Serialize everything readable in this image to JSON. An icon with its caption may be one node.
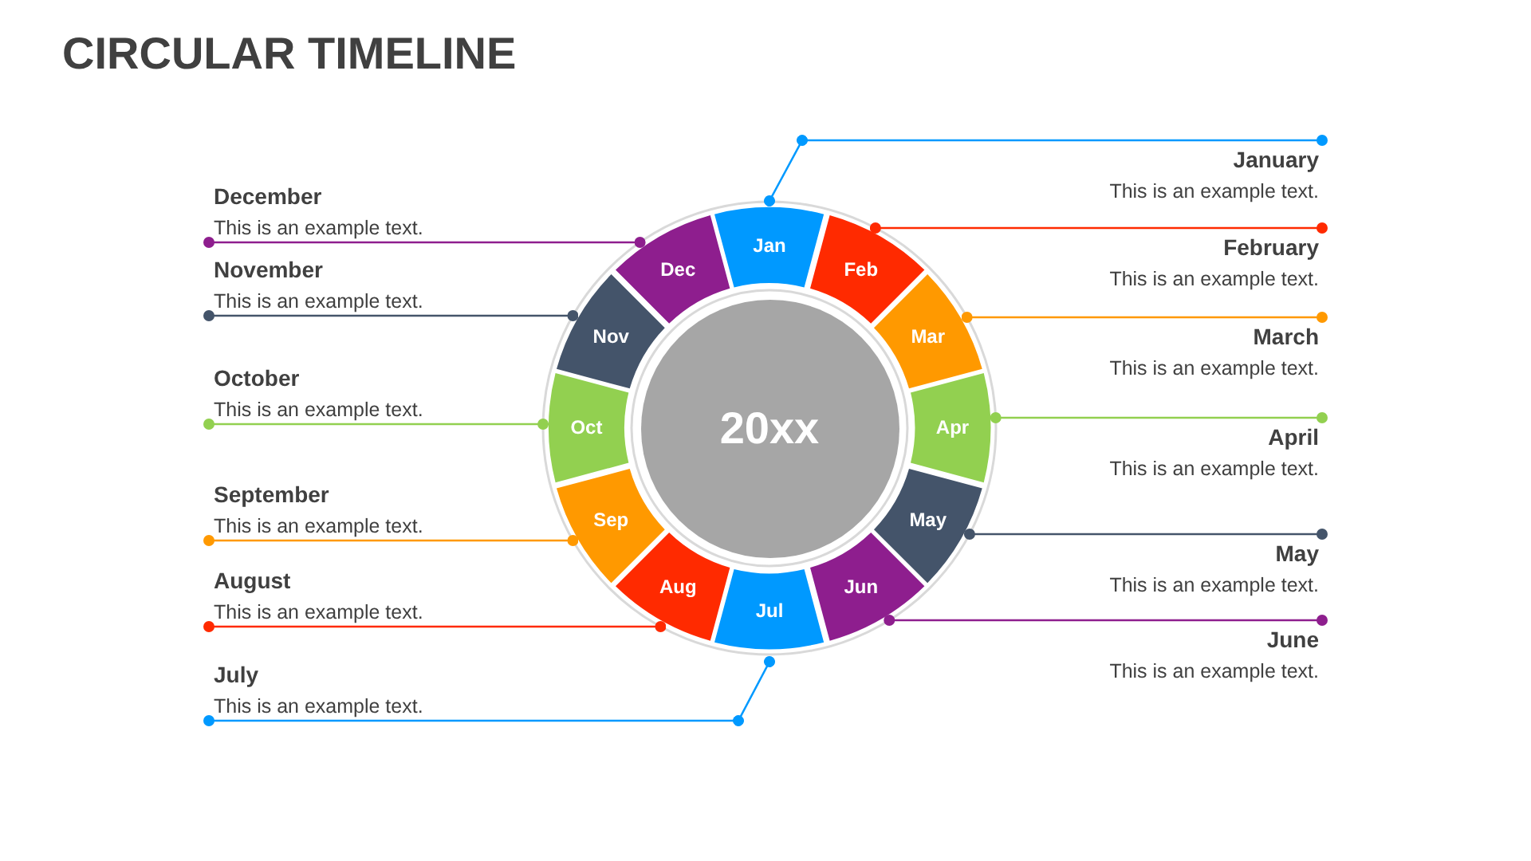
{
  "diagram": {
    "title": "CIRCULAR TIMELINE",
    "nodes": [
      {
        "text": [
          "20xx"
        ]
      },
      {
        "text": [
          "Jan"
        ]
      },
      {
        "text": [
          "Feb"
        ]
      },
      {
        "text": [
          "Mar"
        ]
      },
      {
        "text": [
          "Apr"
        ]
      },
      {
        "text": [
          "May"
        ]
      },
      {
        "text": [
          "Jun"
        ]
      },
      {
        "text": [
          "Jul"
        ]
      },
      {
        "text": [
          "Aug"
        ]
      },
      {
        "text": [
          "Sep"
        ]
      },
      {
        "text": [
          "Oct"
        ]
      },
      {
        "text": [
          "Nov"
        ]
      },
      {
        "text": [
          "Dec"
        ]
      },
      {
        "text": [
          "January",
          "This is an example text."
        ]
      },
      {
        "text": [
          "February",
          "This is an example text."
        ]
      },
      {
        "text": [
          "March",
          "This is an example text."
        ]
      },
      {
        "text": [
          "April",
          "This is an example text."
        ]
      },
      {
        "text": [
          "May",
          "This is an example text."
        ]
      },
      {
        "text": [
          "June",
          "This is an example text."
        ]
      },
      {
        "text": [
          "July",
          "This is an example text."
        ]
      },
      {
        "text": [
          "August",
          "This is an example text."
        ]
      },
      {
        "text": [
          "September",
          "This is an example text."
        ]
      },
      {
        "text": [
          "October",
          "This is an example text."
        ]
      },
      {
        "text": [
          "November",
          "This is an example text."
        ]
      },
      {
        "text": [
          "December",
          "This is an example text."
        ]
      }
    ],
    "edges": [
      {
        "from": 13,
        "to": 1,
        "arrow": "other",
        "color": "#0099ff"
      },
      {
        "from": 14,
        "to": 2,
        "arrow": "other",
        "color": "#ff2a00"
      },
      {
        "from": 15,
        "to": 3,
        "arrow": "other",
        "color": "#ff9900"
      },
      {
        "from": 16,
        "to": 4,
        "arrow": "other",
        "color": "#92d050"
      },
      {
        "from": 17,
        "to": 5,
        "arrow": "other",
        "color": "#44546a"
      },
      {
        "from": 18,
        "to": 6,
        "arrow": "other",
        "color": "#8e1e8e"
      },
      {
        "from": 19,
        "to": 7,
        "arrow": "other",
        "color": "#0099ff"
      },
      {
        "from": 20,
        "to": 8,
        "arrow": "other",
        "color": "#ff2a00"
      },
      {
        "from": 21,
        "to": 9,
        "arrow": "other",
        "color": "#ff9900"
      },
      {
        "from": 22,
        "to": 10,
        "arrow": "other",
        "color": "#92d050"
      },
      {
        "from": 23,
        "to": 11,
        "arrow": "other",
        "color": "#44546a"
      },
      {
        "from": 24,
        "to": 12,
        "arrow": "other",
        "color": "#8e1e8e"
      }
    ]
  }
}
